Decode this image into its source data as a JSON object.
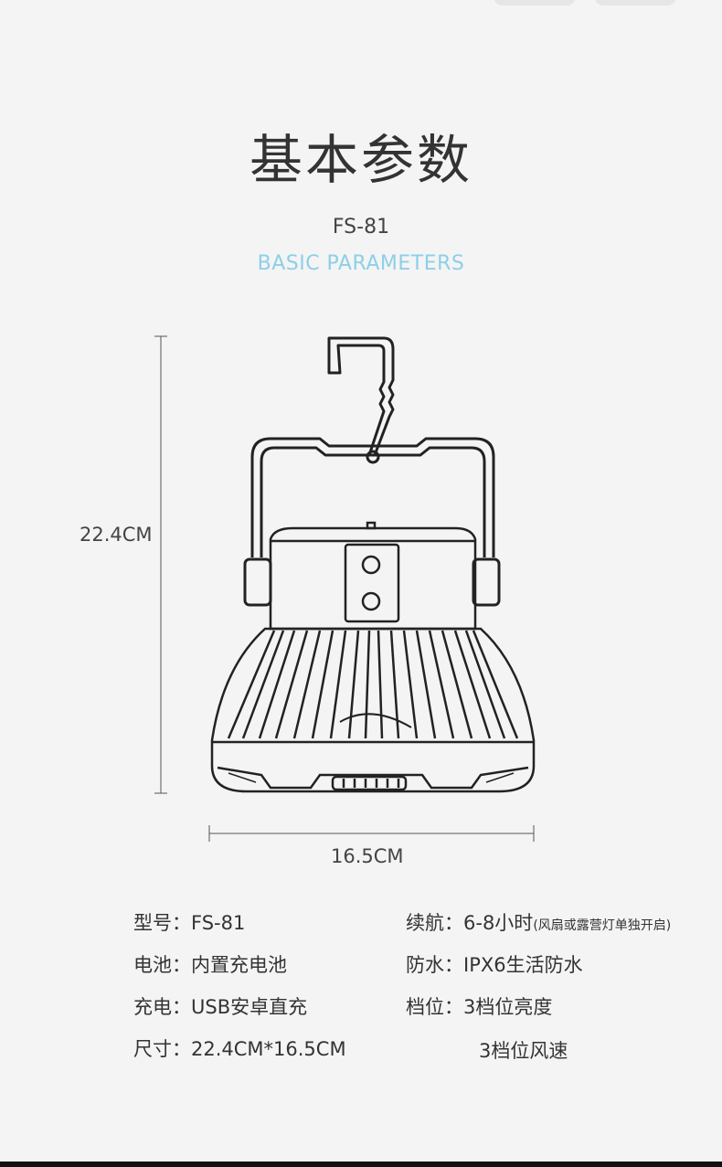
{
  "header": {
    "title_zh": "基本参数",
    "model": "FS-81",
    "title_en": "BASIC PARAMETERS"
  },
  "dimensions": {
    "height": "22.4CM",
    "width": "16.5CM"
  },
  "colors": {
    "accent": "#8dcfe8",
    "background": "#f4f4f4",
    "text": "#333333"
  },
  "specs": {
    "model": "型号：FS-81",
    "battery": "电池：内置充电池",
    "charging": "充电：USB安卓直充",
    "size": "尺寸：22.4CM*16.5CM",
    "endurance": "续航：6-8小时",
    "endurance_note": "(风扇或露营灯单独开启)",
    "waterproof": "防水：IPX6生活防水",
    "levels": "档位：3档位亮度",
    "levels_2": "3档位风速"
  }
}
